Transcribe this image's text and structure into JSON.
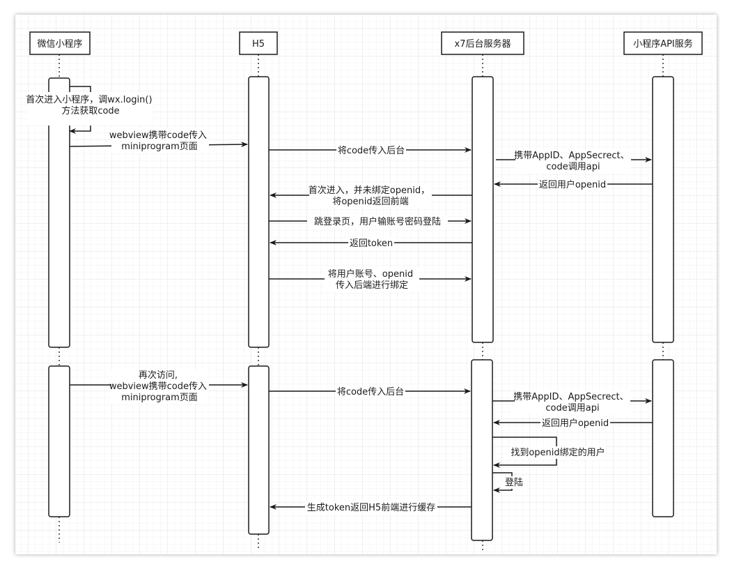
{
  "participants": {
    "wechat": "微信小程序",
    "h5": "H5",
    "server": "x7后台服务器",
    "api": "小程序API服务"
  },
  "messages": {
    "m1": [
      "首次进入小程序，调wx.login()",
      "方法获取code"
    ],
    "m2": [
      "webview携带code传入",
      "miniprogram页面"
    ],
    "m3": [
      "将code传入后台"
    ],
    "m4": [
      "携带AppID、AppSecrect、",
      "code调用api"
    ],
    "m5": [
      "返回用户openid"
    ],
    "m6": [
      "首次进入，并未绑定openid，",
      "将openid返回前端"
    ],
    "m7": [
      "跳登录页，用户输账号密码登陆"
    ],
    "m8": [
      "返回token"
    ],
    "m9": [
      "将用户账号、openid",
      "传入后端进行绑定"
    ],
    "m10": [
      "再次访问,",
      "webview携带code传入",
      "miniprogram页面"
    ],
    "m11": [
      "将code传入后台"
    ],
    "m12": [
      "携带AppID、AppSecrect、",
      "code调用api"
    ],
    "m13": [
      "返回用户openid"
    ],
    "m14": [
      "找到openid绑定的用户"
    ],
    "m15": [
      "登陆"
    ],
    "m16": [
      "生成token返回H5前端进行缓存"
    ]
  }
}
